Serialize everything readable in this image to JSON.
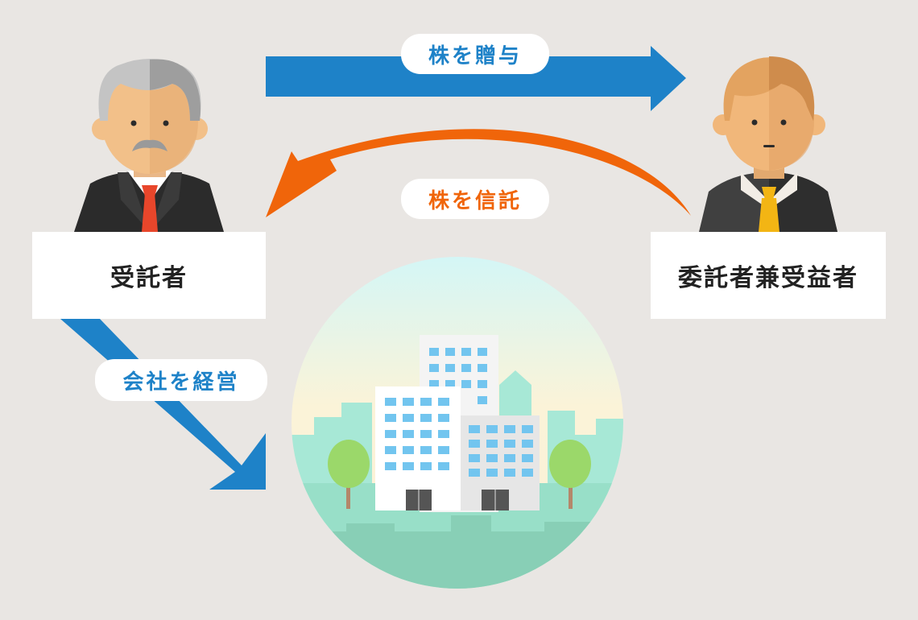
{
  "nodes": {
    "trustee": "受託者",
    "settlor_beneficiary": "委託者兼受益者"
  },
  "arrows": {
    "gift": "株を贈与",
    "trust": "株を信託",
    "manage": "会社を経営"
  },
  "colors": {
    "blue": "#1e82c8",
    "orange": "#f0650a",
    "background": "#e9e6e3"
  }
}
